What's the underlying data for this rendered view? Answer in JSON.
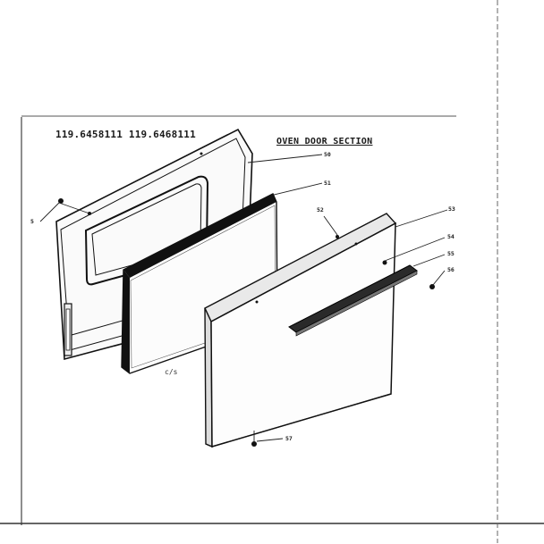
{
  "diagram": {
    "model_numbers": "119.6458111 119.6468111",
    "section_title": "OVEN DOOR SECTION",
    "callouts": [
      {
        "id": "door-frame",
        "label": "50"
      },
      {
        "id": "door-gasket",
        "label": "51"
      },
      {
        "id": "door-screw-left",
        "label": "5"
      },
      {
        "id": "door-screw-top",
        "label": "52"
      },
      {
        "id": "outer-panel",
        "label": "53"
      },
      {
        "id": "panel-screw",
        "label": "54"
      },
      {
        "id": "handle",
        "label": "55"
      },
      {
        "id": "handle-screw",
        "label": "56"
      },
      {
        "id": "bottom-screw",
        "label": "57"
      }
    ],
    "inner_note": "c/s"
  }
}
